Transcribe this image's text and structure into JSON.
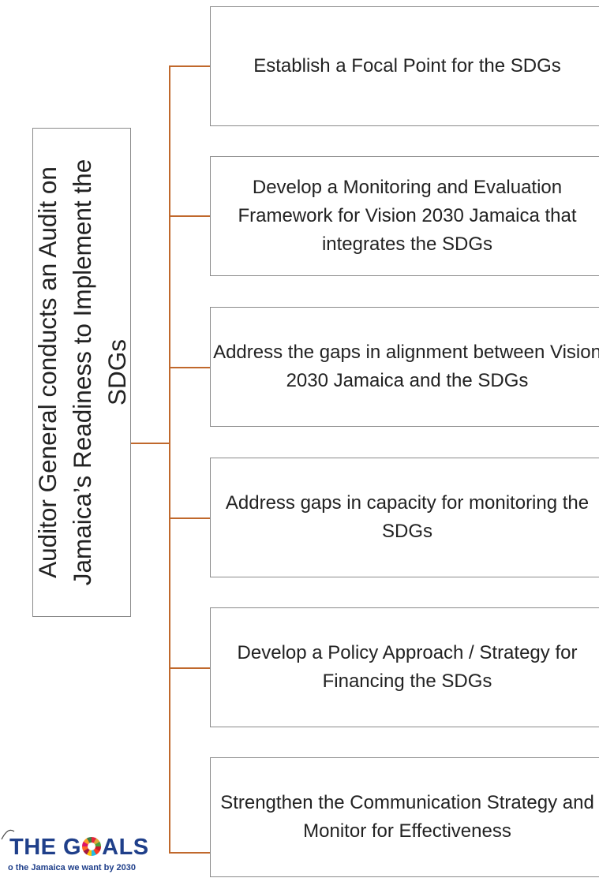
{
  "root": {
    "line1": "Auditor General conducts an Audit on",
    "line2": "Jamaica’s Readiness to Implement the SDGs"
  },
  "leaves": [
    "Establish a Focal Point for the SDGs",
    "Develop a Monitoring and Evaluation Framework for Vision 2030 Jamaica that integrates the SDGs",
    "Address the gaps in alignment between Vision 2030 Jamaica and the SDGs",
    "Address gaps in capacity for monitoring the SDGs",
    "Develop a Policy Approach / Strategy for Financing the SDGs",
    "Strengthen the Communication Strategy and Monitor for Effectiveness"
  ],
  "logo": {
    "main_prefix": "THE G",
    "main_suffix": "ALS",
    "tagline": "o the Jamaica we want by 2030"
  },
  "colors": {
    "connector": "#c0682c",
    "box_border": "#8a8a8a",
    "logo_blue": "#1f3f8a"
  }
}
